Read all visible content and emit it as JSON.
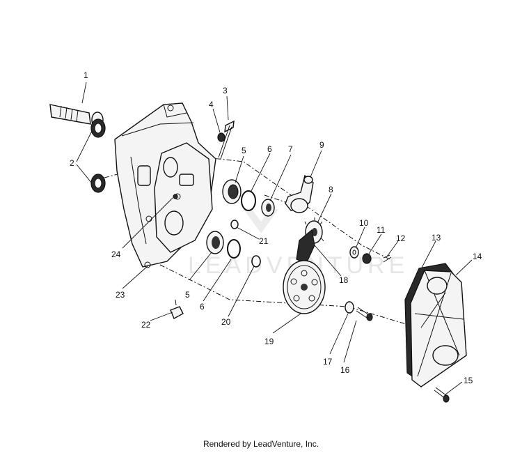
{
  "diagram": {
    "callouts": [
      "1",
      "2",
      "3",
      "4",
      "5",
      "6",
      "7",
      "9",
      "8",
      "10",
      "11",
      "12",
      "13",
      "14",
      "24",
      "21",
      "23",
      "5",
      "6",
      "20",
      "18",
      "22",
      "19",
      "17",
      "16",
      "15"
    ]
  },
  "watermark": {
    "text": "LEADVENTURE"
  },
  "footer": {
    "text": "Rendered by LeadVenture, Inc."
  }
}
